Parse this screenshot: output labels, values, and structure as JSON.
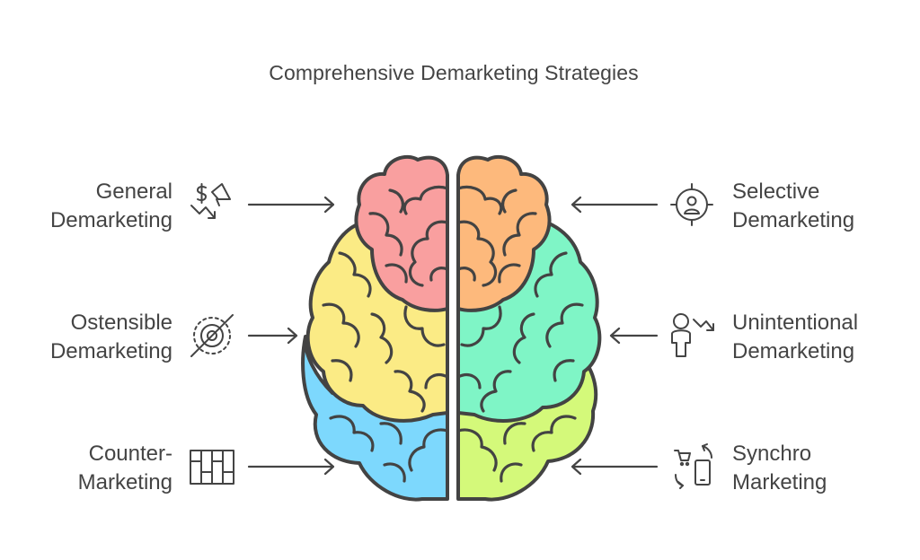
{
  "title": "Comprehensive Demarketing Strategies",
  "colors": {
    "red": "#F99F9F",
    "orange": "#FDB97C",
    "yellow": "#FBEB85",
    "mint": "#7FF5C6",
    "blue": "#7DD8FD",
    "lime": "#D4F97A",
    "ink": "#444444"
  },
  "strategies": {
    "general": {
      "line1": "General",
      "line2": "Demarketing",
      "icon": "dollar-megaphone-down-trend-icon"
    },
    "ostensible": {
      "line1": "Ostensible",
      "line2": "Demarketing",
      "icon": "crossed-target-icon"
    },
    "counter": {
      "line1": "Counter-",
      "line2": "Marketing",
      "icon": "barrier-blocks-icon"
    },
    "selective": {
      "line1": "Selective",
      "line2": "Demarketing",
      "icon": "targeted-person-icon"
    },
    "unintentional": {
      "line1": "Unintentional",
      "line2": "Demarketing",
      "icon": "person-down-arrow-icon"
    },
    "synchro": {
      "line1": "Synchro",
      "line2": "Marketing",
      "icon": "cart-phone-sync-icon"
    }
  }
}
